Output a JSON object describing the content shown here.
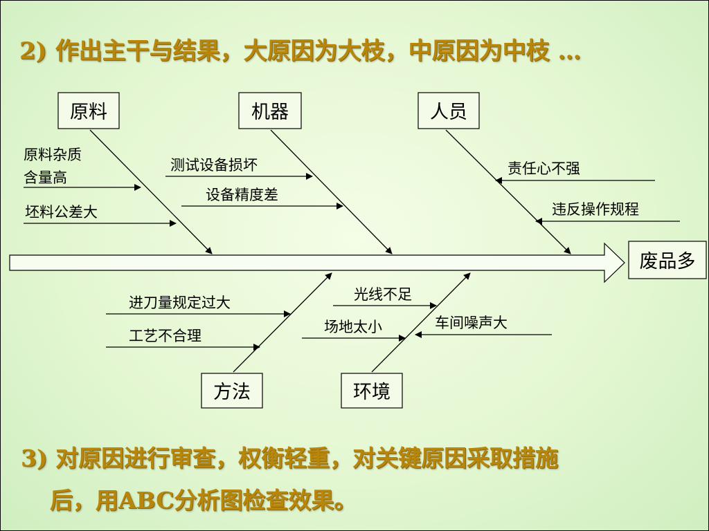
{
  "slide": {
    "step2_title": "2) 作出主干与结果，大原因为大枝，中原因为中枝 …",
    "step3_line1": "3)  对原因进行审查，权衡轻重，对关键原因采取措施",
    "step3_line2": "后，用ABC分析图检查效果。"
  },
  "diagram": {
    "effect": "废品多",
    "categories": {
      "materials": "原料",
      "machines": "机器",
      "people": "人员",
      "methods": "方法",
      "environment": "环境"
    },
    "causes": {
      "materials_1": "原料杂质",
      "materials_1b": "含量高",
      "materials_2": "坯料公差大",
      "machines_1": "测试设备损坏",
      "machines_2": "设备精度差",
      "people_1": "责任心不强",
      "people_2": "违反操作规程",
      "methods_1": "进刀量规定过大",
      "methods_2": "工艺不合理",
      "environment_1": "光线不足",
      "environment_2": "场地太小",
      "environment_3": "车间噪声大"
    }
  }
}
